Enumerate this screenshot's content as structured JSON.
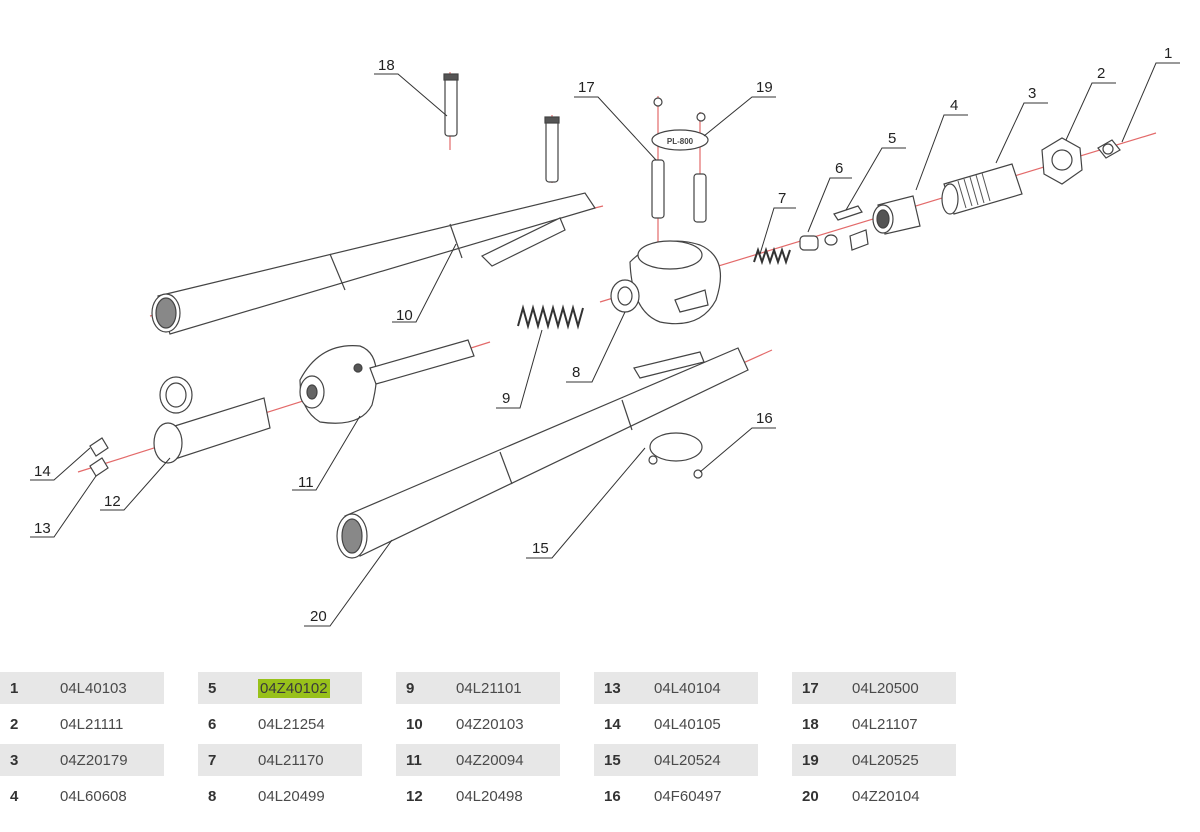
{
  "callouts": [
    "1",
    "2",
    "3",
    "4",
    "5",
    "6",
    "7",
    "8",
    "9",
    "10",
    "11",
    "12",
    "13",
    "14",
    "15",
    "16",
    "17",
    "18",
    "19",
    "20"
  ],
  "badge_text": "PL-800",
  "parts_table": {
    "columns": [
      [
        {
          "num": "1",
          "code": "04L40103"
        },
        {
          "num": "2",
          "code": "04L21111"
        },
        {
          "num": "3",
          "code": "04Z20179"
        },
        {
          "num": "4",
          "code": "04L60608"
        }
      ],
      [
        {
          "num": "5",
          "code": "04Z40102",
          "highlight": true
        },
        {
          "num": "6",
          "code": "04L21254"
        },
        {
          "num": "7",
          "code": "04L21170"
        },
        {
          "num": "8",
          "code": "04L20499"
        }
      ],
      [
        {
          "num": "9",
          "code": "04L21101"
        },
        {
          "num": "10",
          "code": "04Z20103"
        },
        {
          "num": "11",
          "code": "04Z20094"
        },
        {
          "num": "12",
          "code": "04L20498"
        }
      ],
      [
        {
          "num": "13",
          "code": "04L40104"
        },
        {
          "num": "14",
          "code": "04L40105"
        },
        {
          "num": "15",
          "code": "04L20524"
        },
        {
          "num": "16",
          "code": "04F60497"
        }
      ],
      [
        {
          "num": "17",
          "code": "04L20500"
        },
        {
          "num": "18",
          "code": "04L21107"
        },
        {
          "num": "19",
          "code": "04L20525"
        },
        {
          "num": "20",
          "code": "04Z20104"
        }
      ]
    ],
    "highlight_color": "#98c11a",
    "row_shade_color": "#e7e7e7"
  },
  "colors": {
    "axis_line": "#e36a6a",
    "outline": "#444444"
  }
}
